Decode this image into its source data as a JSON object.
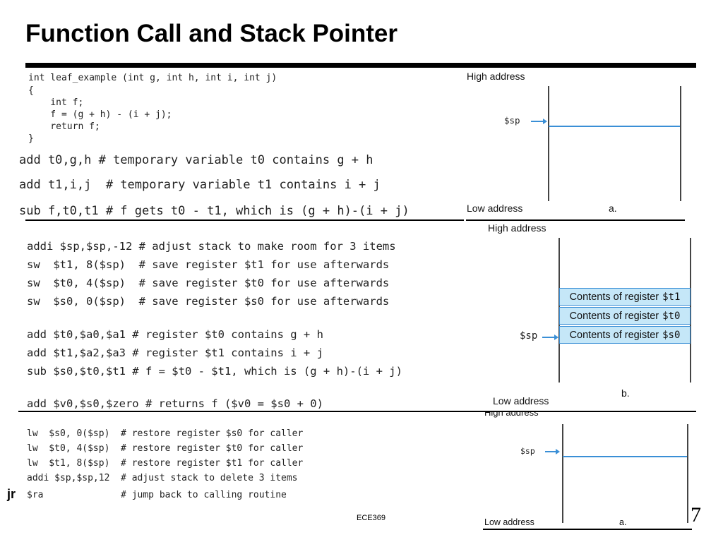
{
  "title": "Function Call and Stack Pointer",
  "c_code": [
    "int leaf_example (int g, int h, int i, int j)",
    "{",
    "    int f;",
    "    f = (g + h) - (i + j);",
    "    return f;",
    "}"
  ],
  "pseudo_asm": [
    "add t0,g,h # temporary variable t0 contains g + h",
    "add t1,i,j  # temporary variable t1 contains i + j",
    "sub f,t0,t1 # f gets t0 - t1, which is (g + h)-(i + j)"
  ],
  "save_code": [
    "addi $sp,$sp,-12 # adjust stack to make room for 3 items",
    "sw  $t1, 8($sp)  # save register $t1 for use afterwards",
    "sw  $t0, 4($sp)  # save register $t0 for use afterwards",
    "sw  $s0, 0($sp)  # save register $s0 for use afterwards"
  ],
  "body_code": [
    "add $t0,$a0,$a1 # register $t0 contains g + h",
    "add $t1,$a2,$a3 # register $t1 contains i + j",
    "sub $s0,$t0,$t1 # f = $t0 - $t1, which is (g + h)-(i + j)"
  ],
  "return_code": "add $v0,$s0,$zero # returns f ($v0 = $s0 + 0)",
  "restore_code": [
    "lw  $s0, 0($sp)  # restore register $s0 for caller",
    "lw  $t0, 4($sp)  # restore register $t0 for caller",
    "lw  $t1, 8($sp)  # restore register $t1 for caller",
    "addi $sp,$sp,12  # adjust stack to delete 3 items"
  ],
  "jr_keyword": "jr",
  "jr_line": "$ra              # jump back to calling routine",
  "diagram_a": {
    "high": "High address",
    "low": "Low address",
    "sp": "$sp",
    "tag": "a."
  },
  "diagram_b": {
    "high": "High address",
    "low": "Low address",
    "sp": "$sp",
    "tag": "b.",
    "cells": [
      {
        "text": "Contents of register",
        "reg": "$t1"
      },
      {
        "text": "Contents of register",
        "reg": "$t0"
      },
      {
        "text": "Contents of register",
        "reg": "$s0"
      }
    ]
  },
  "diagram_c": {
    "high": "High address",
    "low": "Low address",
    "sp": "$sp",
    "tag": "a."
  },
  "footer": "ECE369",
  "page_number": "7",
  "colors": {
    "stack_cell_fill": "#c5e7f8",
    "stack_line": "#3a8fd6"
  }
}
